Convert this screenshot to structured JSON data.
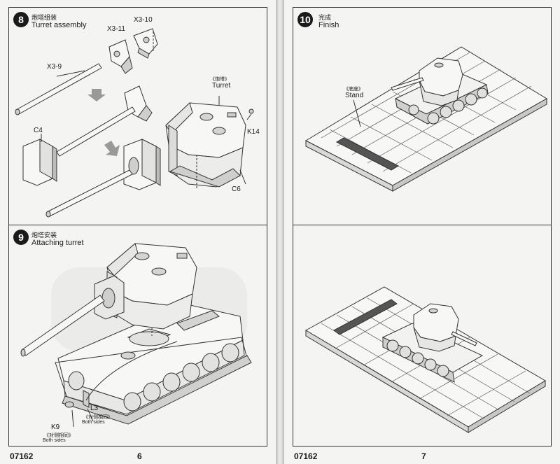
{
  "left_page": {
    "step8": {
      "number": "8",
      "title_zh": "炮塔组装",
      "title_en": "Turret assembly",
      "labels": {
        "x3_10": "X3-10",
        "x3_11": "X3-11",
        "x3_9": "X3-9",
        "turret_zh": "《炮塔》",
        "turret_en": "Turret",
        "c4": "C4",
        "k14": "K14",
        "c6": "C6"
      }
    },
    "step9": {
      "number": "9",
      "title_zh": "炮塔安装",
      "title_en": "Attaching turret",
      "labels": {
        "l3": "L3",
        "l3_zh": "《对侧相同》",
        "l3_en": "Both sides",
        "k9": "K9",
        "k9_zh": "《对侧相同》",
        "k9_en": "Both sides"
      }
    },
    "footer": {
      "code": "07162",
      "page": "6"
    }
  },
  "right_page": {
    "step10": {
      "number": "10",
      "title_zh": "完成",
      "title_en": "Finish",
      "labels": {
        "stand_zh": "《底座》",
        "stand_en": "Stand"
      }
    },
    "footer": {
      "code": "07162",
      "page": "7"
    }
  }
}
